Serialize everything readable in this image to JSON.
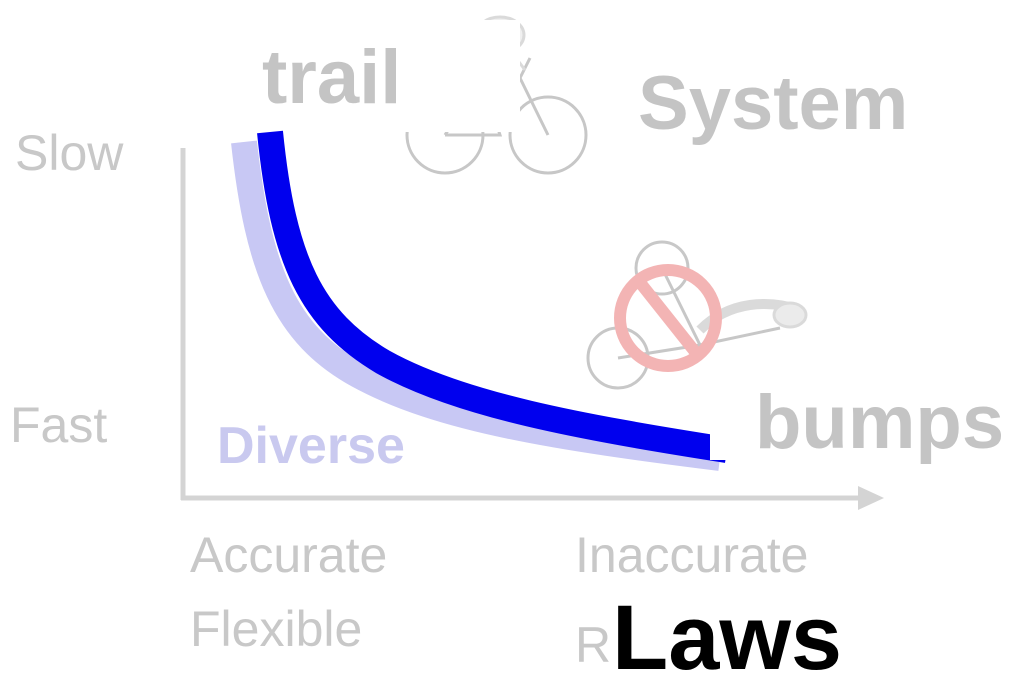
{
  "labels": {
    "y_top": "Slow",
    "y_bottom": "Fast",
    "x_left_line1": "Accurate",
    "x_left_line2": "Flexible",
    "x_right_line1": "Inaccurate",
    "x_right_line2": "R",
    "tag_trail": "trail",
    "tag_system": "System",
    "tag_bumps": "bumps",
    "tag_diverse": "Diverse",
    "tag_laws": "Laws"
  },
  "icons": [
    "bicycle-icon",
    "no-entry-sign-icon",
    "recumbent-bicycle-icon"
  ],
  "colors": {
    "curve": "#0000ee",
    "curve_shadow": "#c8c8f4",
    "axis": "#d4d4d4",
    "muted_text": "#c8c8c8",
    "diverse": "#c9c9ef",
    "laws": "#000000",
    "no_sign": "#f3b4b4"
  }
}
